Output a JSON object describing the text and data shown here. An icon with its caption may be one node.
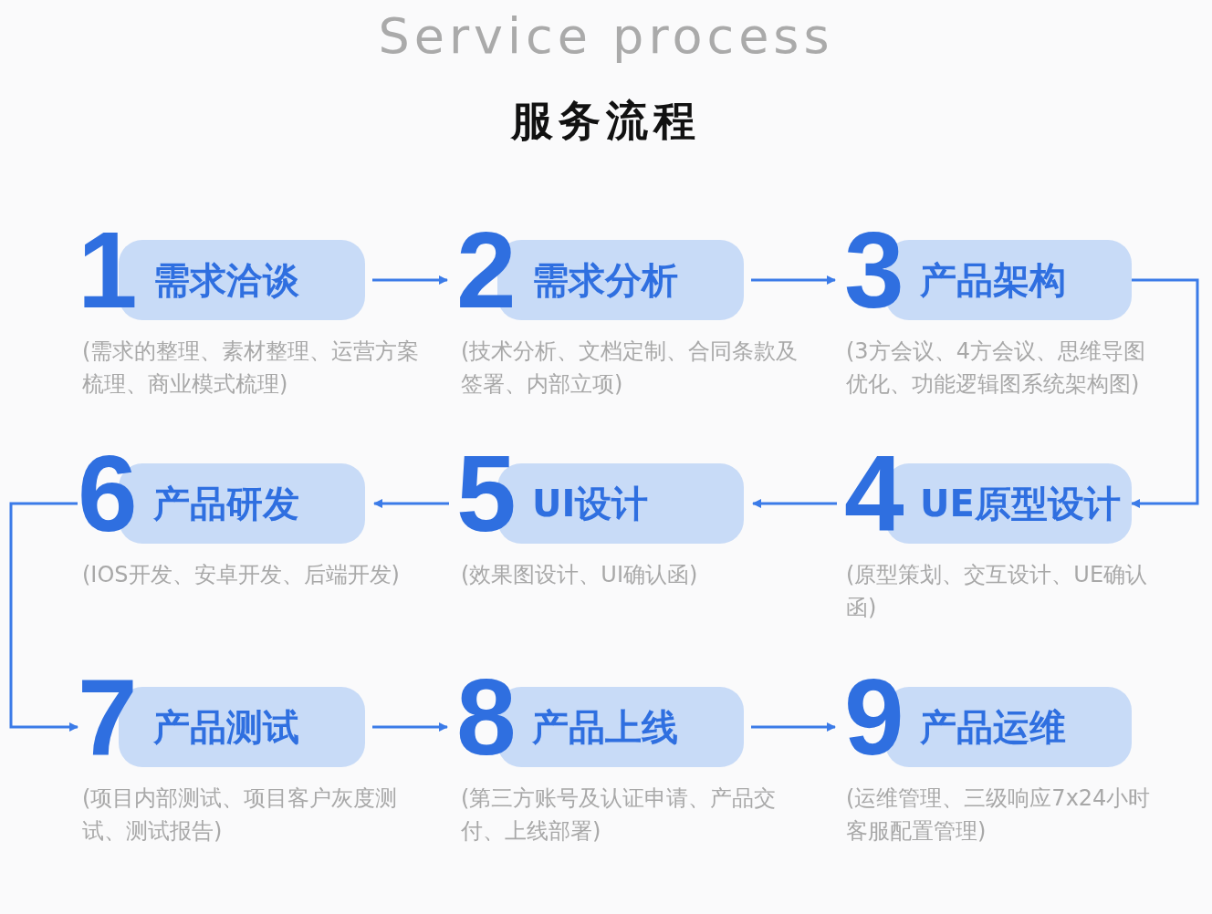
{
  "diagram": {
    "title": "Service process",
    "nodes": [
      {
        "text": [
          "1",
          "需求洽谈"
        ],
        "beside": [
          "(需求的整理、素材整理、运营方案梳理、商业模式梳理)"
        ]
      },
      {
        "text": [
          "2",
          "需求分析"
        ],
        "beside": [
          "(技术分析、文档定制、合同条款及签署、内部立项)"
        ]
      },
      {
        "text": [
          "3",
          "产品架构"
        ],
        "beside": [
          "(3方会议、4方会议、思维导图优化、功能逻辑图系统架构图)"
        ]
      },
      {
        "text": [
          "4",
          "UE原型设计"
        ],
        "beside": [
          "(原型策划、交互设计、UE确认函)"
        ]
      },
      {
        "text": [
          "5",
          "UI设计"
        ],
        "beside": [
          "(效果图设计、UI确认函)"
        ]
      },
      {
        "text": [
          "6",
          "产品研发"
        ],
        "beside": [
          "(IOS开发、安卓开发、后端开发)"
        ]
      },
      {
        "text": [
          "7",
          "产品测试"
        ],
        "beside": [
          "(项目内部测试、项目客户灰度测试、测试报告)"
        ]
      },
      {
        "text": [
          "8",
          "产品上线"
        ],
        "beside": [
          "(第三方账号及认证申请、产品交付、上线部署)"
        ]
      },
      {
        "text": [
          "9",
          "产品运维"
        ],
        "beside": [
          "(运维管理、三级响应7x24小时客服配置管理)"
        ]
      }
    ],
    "edges": [
      {
        "from": 0,
        "to": 1,
        "arrow": "to"
      },
      {
        "from": 1,
        "to": 2,
        "arrow": "to"
      },
      {
        "from": 2,
        "to": 3,
        "arrow": "to"
      },
      {
        "from": 3,
        "to": 4,
        "arrow": "to"
      },
      {
        "from": 4,
        "to": 5,
        "arrow": "to"
      },
      {
        "from": 5,
        "to": 6,
        "arrow": "to"
      },
      {
        "from": 6,
        "to": 7,
        "arrow": "to"
      },
      {
        "from": 7,
        "to": 8,
        "arrow": "to"
      }
    ],
    "labels": [
      "服务流程"
    ]
  }
}
